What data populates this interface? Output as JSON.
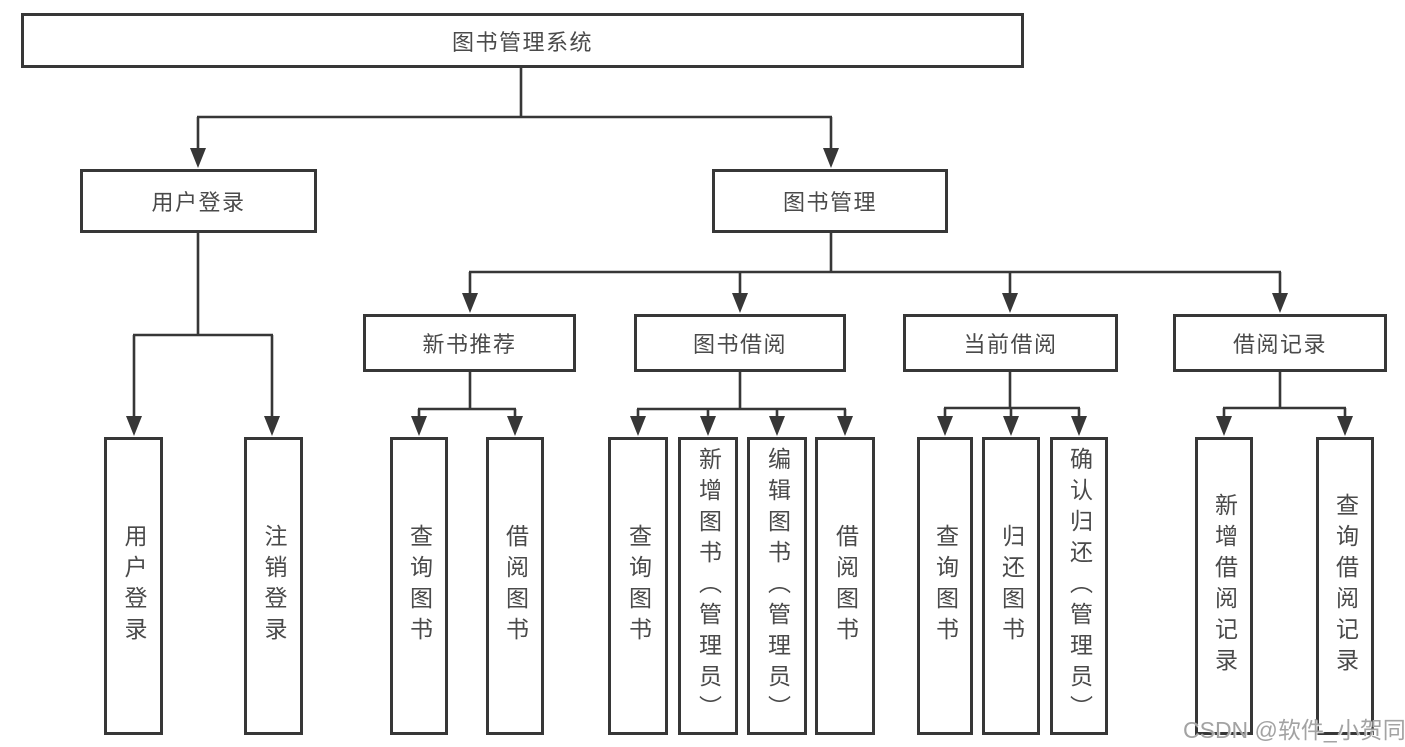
{
  "tree": {
    "root": "图书管理系统",
    "branches": [
      {
        "label": "用户登录",
        "children": [
          "用户登录",
          "注销登录"
        ]
      },
      {
        "label": "图书管理",
        "sections": [
          {
            "label": "新书推荐",
            "children": [
              "查询图书",
              "借阅图书"
            ]
          },
          {
            "label": "图书借阅",
            "children": [
              "查询图书",
              "新增图书（管理员）",
              "编辑图书（管理员）",
              "借阅图书"
            ]
          },
          {
            "label": "当前借阅",
            "children": [
              "查询图书",
              "归还图书",
              "确认归还（管理员）"
            ]
          },
          {
            "label": "借阅记录",
            "children": [
              "新增借阅记录",
              "查询借阅记录"
            ]
          }
        ]
      }
    ]
  },
  "watermark": "CSDN @软件_小贺同学",
  "colors": {
    "line": "#373737",
    "box_border": "#373737",
    "text": "#4a4a4a",
    "watermark": "#a3a3a3",
    "background": "#ffffff"
  }
}
